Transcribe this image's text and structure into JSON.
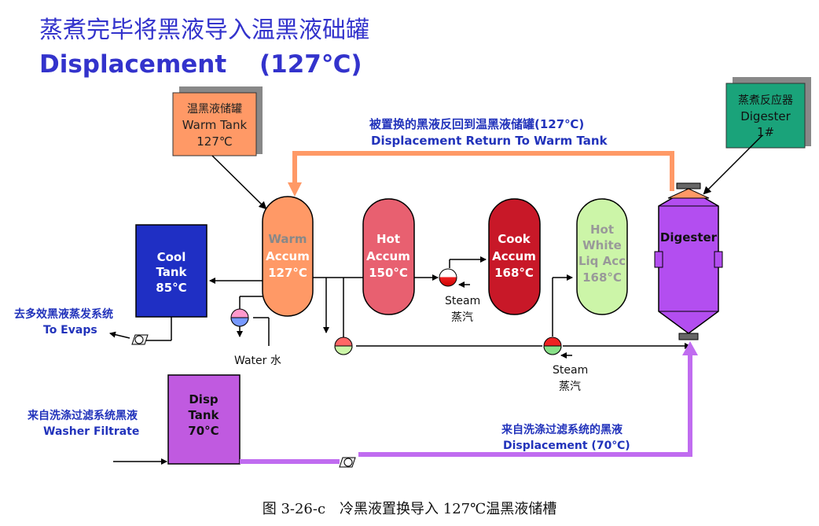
{
  "title": {
    "line1": "蒸煮完毕将黑液导入温黑液础罐",
    "line2": "Displacement",
    "temp": "(127℃)"
  },
  "caption": "图 3-26-c　冷黑液置换导入 127℃温黑液储槽",
  "callouts": {
    "warm_tank": {
      "l1": "温黑液储罐",
      "l2": "Warm Tank",
      "l3": "127℃",
      "color": "#ff9966"
    },
    "digester_label": {
      "l1": "蒸煮反应器",
      "l2": "Digester",
      "l3": "1#",
      "color": "#1aa37a"
    }
  },
  "flow_labels": {
    "return_cn": "被置换的黑液反回到温黑液储罐(127℃)",
    "return_en": "Displacement Return To Warm Tank",
    "evaps_cn": "去多效黑液蒸发系统",
    "evaps_en": "To Evaps",
    "washer_cn": "来自洗涤过滤系统黑液",
    "washer_en": "Washer Filtrate",
    "displacement_cn": "来自洗涤过滤系统的黑液",
    "displacement_en": "Displacement (70℃)",
    "water": "Water 水",
    "steam1_en": "Steam",
    "steam1_cn": "蒸汽",
    "steam2_en": "Steam",
    "steam2_cn": "蒸汽"
  },
  "tanks": {
    "cool": {
      "l1": "Cool",
      "l2": "Tank",
      "l3": "85°C",
      "color": "#1f2fc4"
    },
    "disp": {
      "l1": "Disp",
      "l2": "Tank",
      "l3": "70°C",
      "color": "#c05ae0"
    },
    "warm": {
      "l1": "Warm",
      "l2": "Accum",
      "l3": "127°C",
      "color": "#ff9966"
    },
    "hot": {
      "l1": "Hot",
      "l2": "Accum",
      "l3": "150°C",
      "color": "#e86070"
    },
    "cook": {
      "l1": "Cook",
      "l2": "Accum",
      "l3": "168°C",
      "color": "#c81828"
    },
    "white": {
      "l1": "Hot",
      "l2": "White",
      "l3": "Liq Acc",
      "l4": "168°C",
      "color": "#ccf5a8"
    },
    "digester": {
      "l1": "Digester",
      "color": "#b34ef0"
    }
  },
  "colors": {
    "title": "#3333cc",
    "flow_text": "#2233bb",
    "return_line": "#ff9966",
    "displacement_line": "#c06cf0"
  }
}
